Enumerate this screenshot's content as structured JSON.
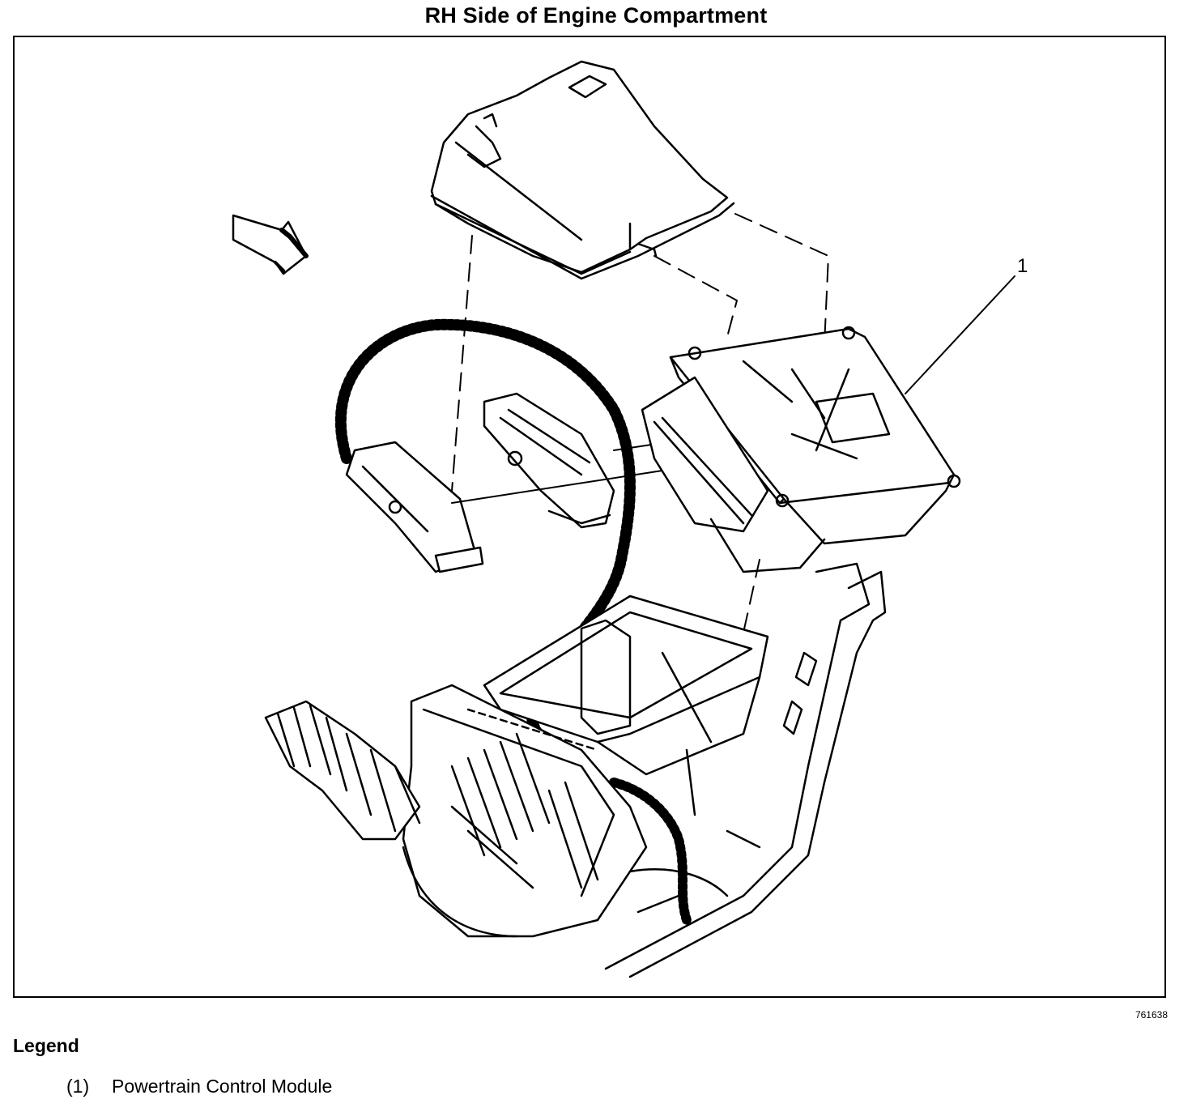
{
  "diagram": {
    "title": "RH Side of Engine Compartment",
    "callout": "1",
    "figure_id": "761638"
  },
  "legend": {
    "heading": "Legend",
    "items": [
      {
        "number": "(1)",
        "label": "Powertrain Control Module"
      }
    ]
  },
  "colors": {
    "ink": "#000000",
    "paper": "#ffffff"
  }
}
